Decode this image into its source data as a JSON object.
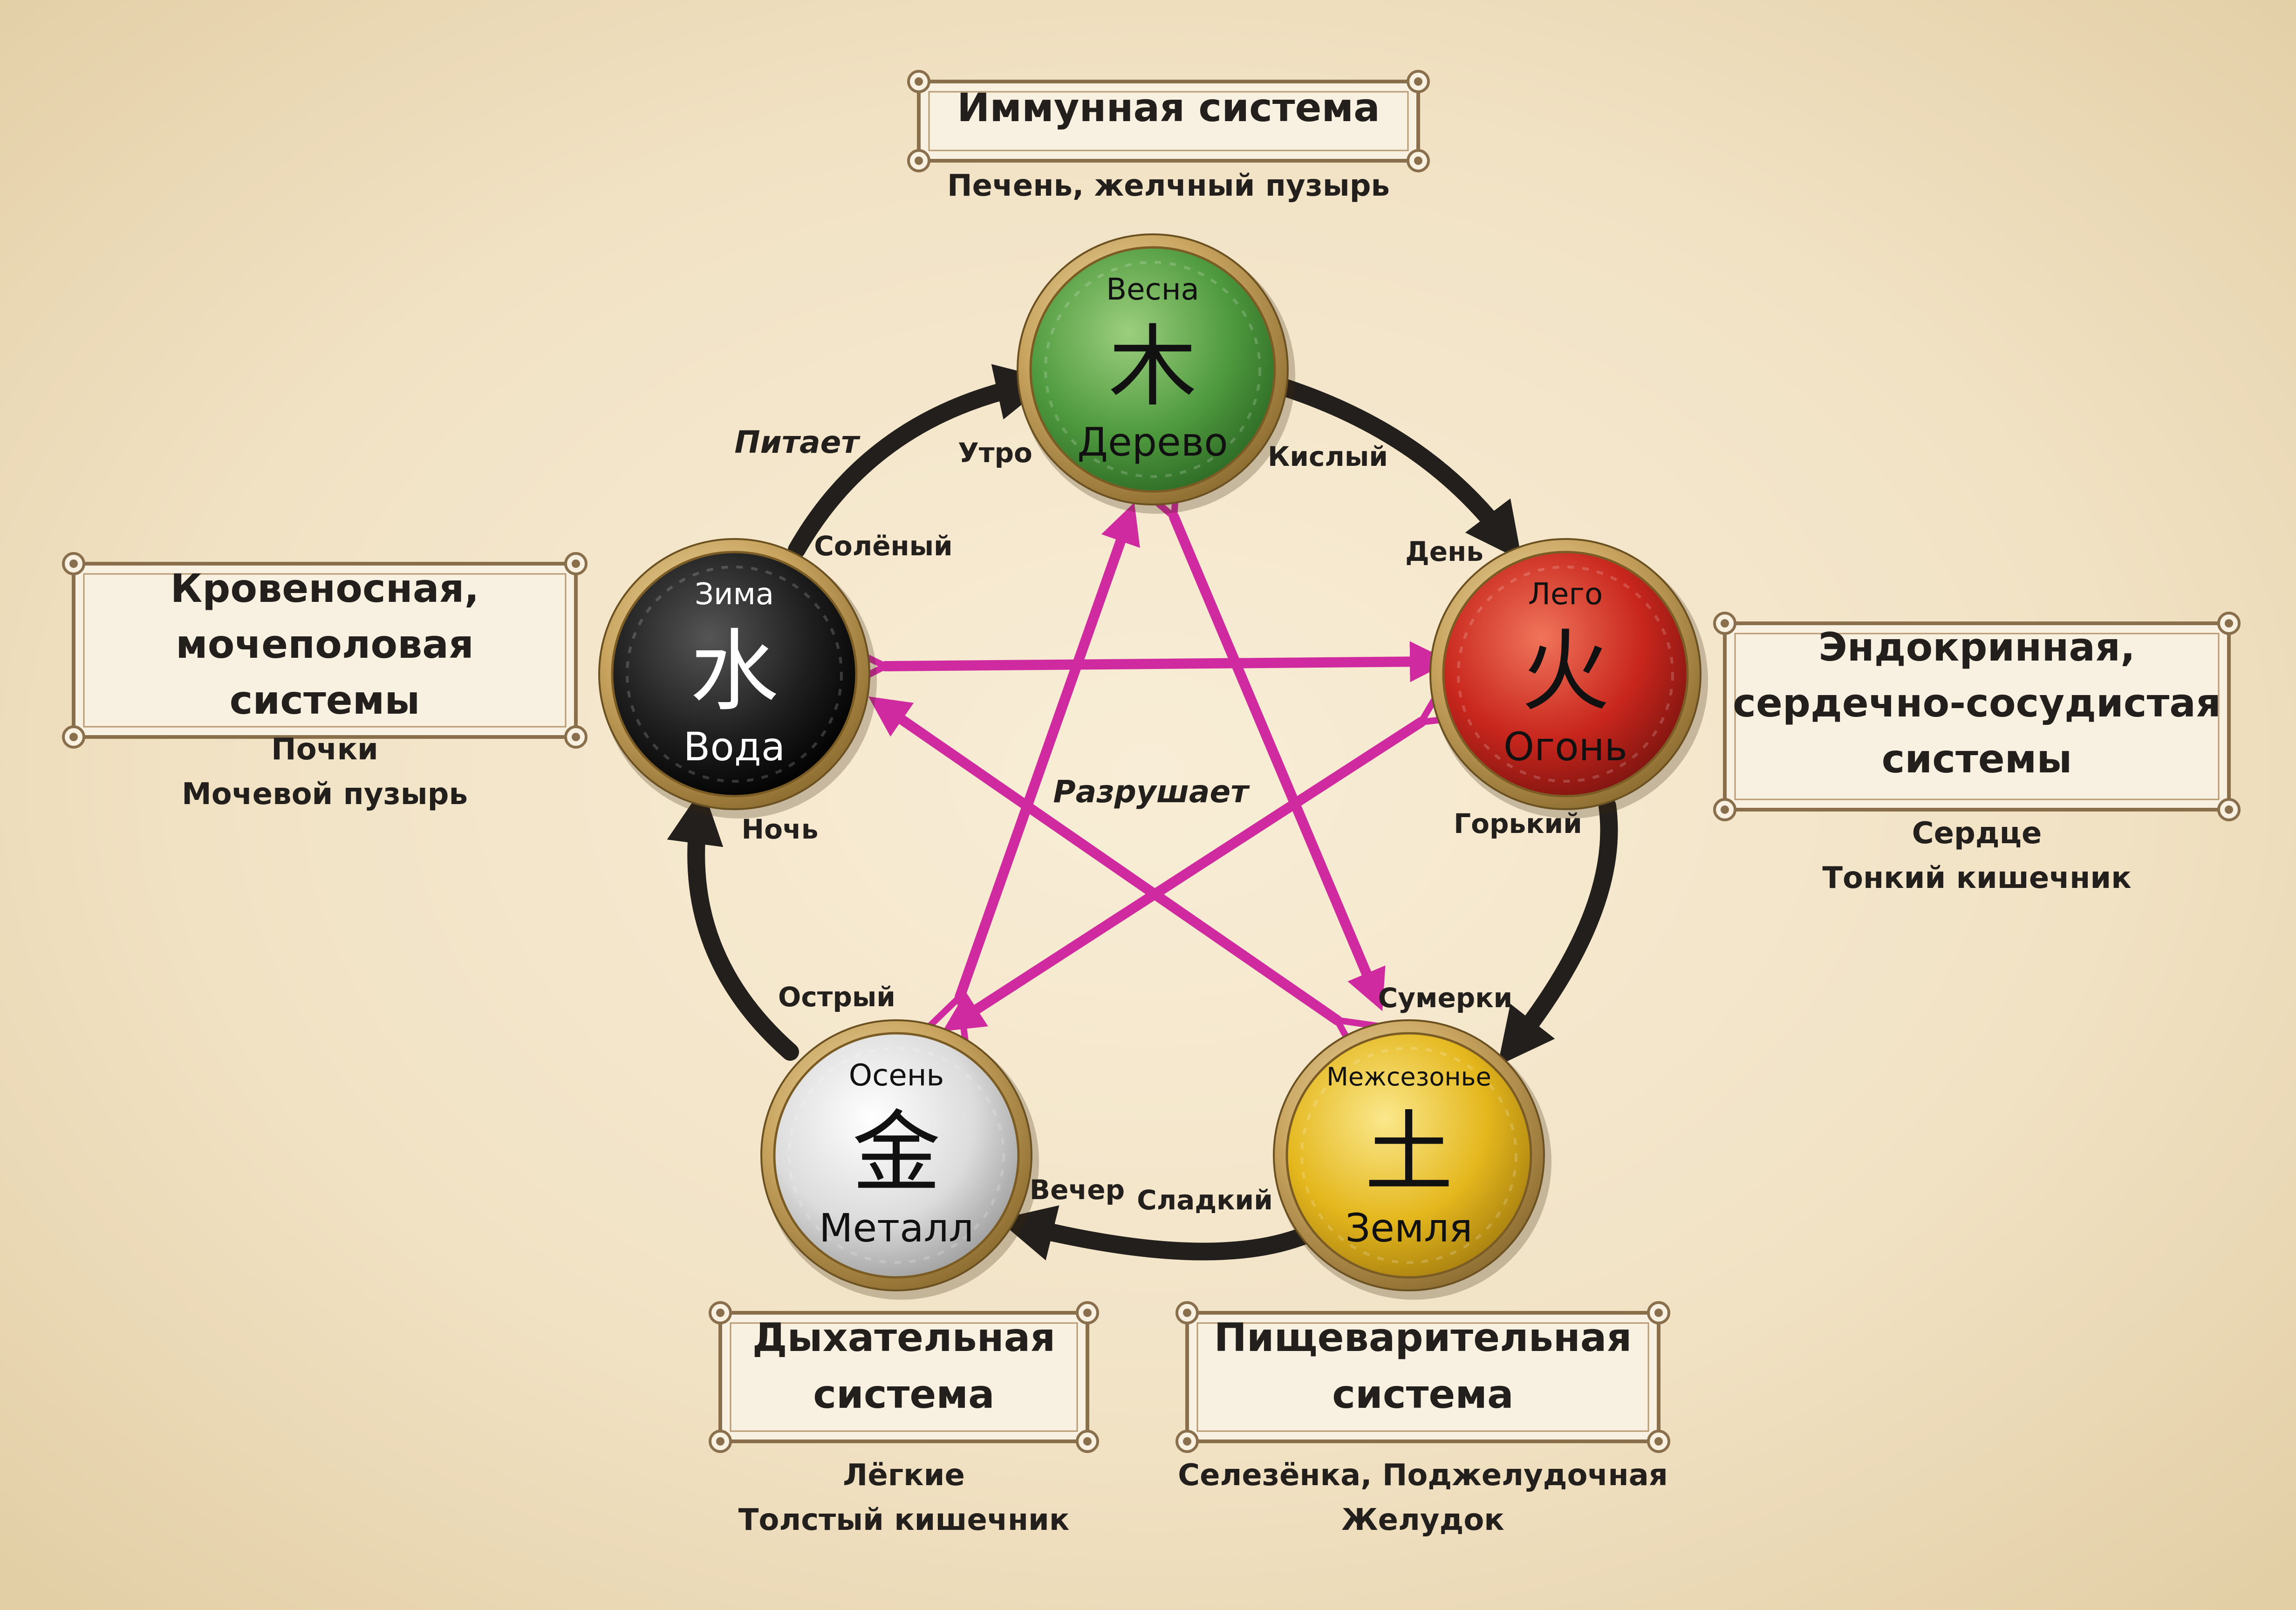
{
  "colors": {
    "parchment": "#f2e4c8",
    "generating_arrow": "#231f1c",
    "destroying_arrow": "#cf2a9f",
    "wood": "#4f9a3e",
    "fire": "#c8261c",
    "earth": "#e4b71d",
    "metal": "#dcdcdc",
    "water": "#1e1e1e",
    "gold_rim": "#c9a560"
  },
  "elements": {
    "wood": {
      "season": "Весна",
      "hanzi": "木",
      "name": "Дерево"
    },
    "fire": {
      "season": "Лего",
      "hanzi": "火",
      "name": "Огонь"
    },
    "earth": {
      "season": "Межсезонье",
      "hanzi": "土",
      "name": "Земля"
    },
    "metal": {
      "season": "Осень",
      "hanzi": "金",
      "name": "Металл"
    },
    "water": {
      "season": "Зима",
      "hanzi": "水",
      "name": "Вода"
    }
  },
  "systems": {
    "wood": {
      "title": [
        "Иммунная система"
      ],
      "organs": [
        "Печень, желчный пузырь"
      ]
    },
    "fire": {
      "title": [
        "Эндокринная,",
        "сердечно-сосудистая",
        "системы"
      ],
      "organs": [
        "Сердце",
        "Тонкий кишечник"
      ]
    },
    "earth": {
      "title": [
        "Пищеварительная",
        "система"
      ],
      "organs": [
        "Селезёнка, Поджелудочная",
        "Желудок"
      ]
    },
    "metal": {
      "title": [
        "Дыхательная",
        "система"
      ],
      "organs": [
        "Лёгкие",
        "Толстый кишечник"
      ]
    },
    "water": {
      "title": [
        "Кровеносная,",
        "мочеполовая",
        "системы"
      ],
      "organs": [
        "Почки",
        "Мочевой пузырь"
      ]
    }
  },
  "cycle_labels": {
    "generating": "Питает",
    "destroying": "Разрушает"
  },
  "times": {
    "wood": "Утро",
    "fire": "День",
    "earth": "Сумерки",
    "metal": "Вечер",
    "water": "Ночь"
  },
  "tastes": {
    "wood": "Кислый",
    "fire": "Горький",
    "earth": "Сладкий",
    "metal": "Острый",
    "water": "Солёный"
  }
}
